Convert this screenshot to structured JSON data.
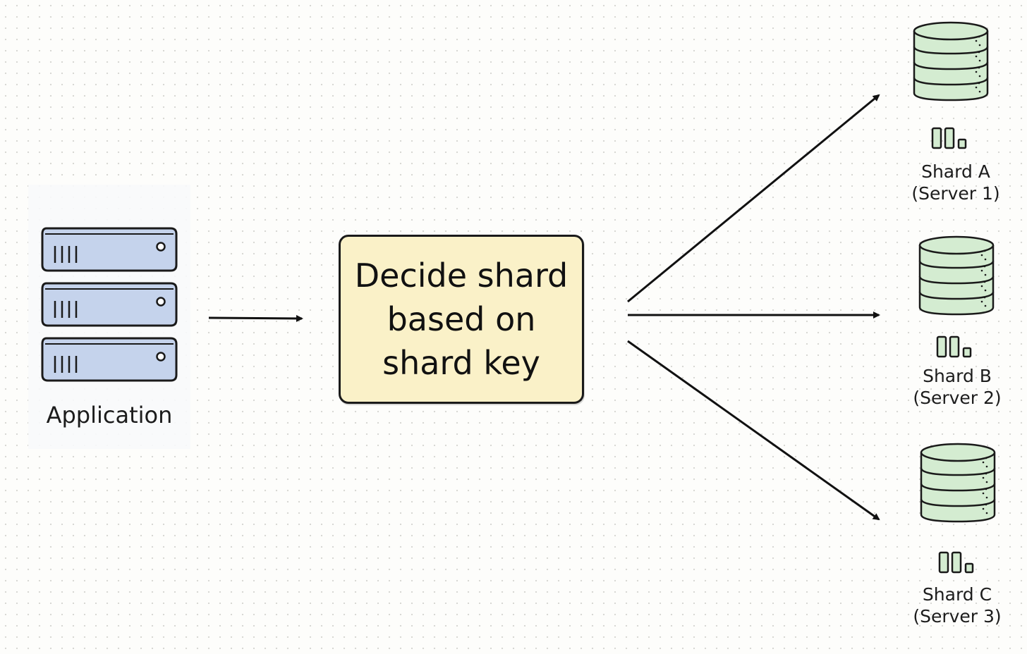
{
  "application": {
    "label": "Application",
    "icon": "server-rack-icon",
    "color": "#c5d3ec"
  },
  "decision": {
    "text": "Decide shard\nbased on\nshard key",
    "fill": "#faf1c8"
  },
  "shards": [
    {
      "name": "Shard A",
      "server": "(Server 1)",
      "icon": "database-icon"
    },
    {
      "name": "Shard B",
      "server": "(Server 2)",
      "icon": "database-icon"
    },
    {
      "name": "Shard C",
      "server": "(Server 3)",
      "icon": "database-icon"
    }
  ],
  "colors": {
    "database_fill": "#d4ecd1",
    "stroke": "#1a1a1a"
  }
}
